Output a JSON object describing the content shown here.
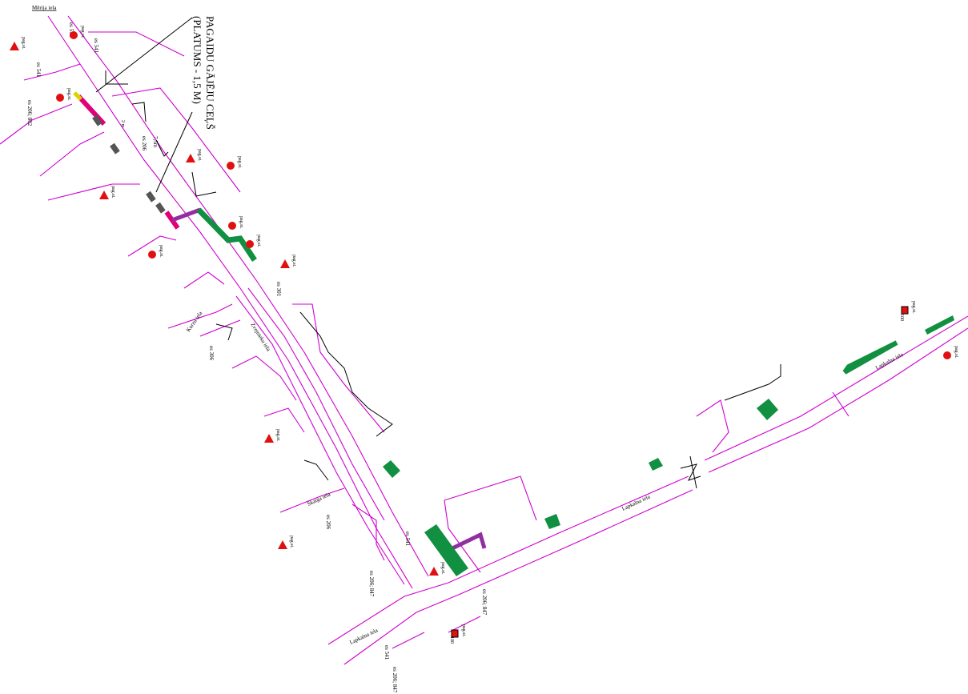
{
  "title": {
    "line1": "PAGAIDU GĀJĒJU CEĻŠ",
    "line2": "(PLATUMS - 1,5 M)"
  },
  "streets": [
    {
      "id": "merija",
      "name": "Mērija iela"
    },
    {
      "id": "kurzu",
      "name": "Kurzu iela"
    },
    {
      "id": "zvejnieku",
      "name": "Zvejnieku iela"
    },
    {
      "id": "skaiga",
      "name": "Skaiga iela"
    },
    {
      "id": "lapkalna1",
      "name": "Lapkalna iela"
    },
    {
      "id": "lapkalna2",
      "name": "Lapkalna iela"
    },
    {
      "id": "lapkalna3",
      "name": "Lapkalna iela"
    }
  ],
  "sign_codes": [
    {
      "id": "c1",
      "text": "es 512"
    },
    {
      "id": "c2",
      "text": "es 541"
    },
    {
      "id": "c3",
      "text": "es 541"
    },
    {
      "id": "c4",
      "text": "es 206; 802"
    },
    {
      "id": "c5",
      "text": "es 206"
    },
    {
      "id": "c6",
      "text": "es 306"
    },
    {
      "id": "c7",
      "text": "es 301"
    },
    {
      "id": "c8",
      "text": "es 206"
    },
    {
      "id": "c9",
      "text": "es 541"
    },
    {
      "id": "c10",
      "text": "es 206; 847"
    },
    {
      "id": "c11",
      "text": "es 206; 847"
    },
    {
      "id": "c12",
      "text": "es 541"
    },
    {
      "id": "c13",
      "text": "es 206; 847"
    },
    {
      "id": "c14",
      "text": "7,5m"
    }
  ],
  "callouts": [
    {
      "id": "p1",
      "text": "pag.st."
    },
    {
      "id": "p2",
      "text": "pag.st."
    },
    {
      "id": "p3",
      "text": "pag.st."
    },
    {
      "id": "p4",
      "text": "pag.st."
    },
    {
      "id": "p5",
      "text": "pag.st."
    },
    {
      "id": "p6",
      "text": "pag.st."
    },
    {
      "id": "p7",
      "text": "pag.st."
    },
    {
      "id": "p8",
      "text": "pag.st."
    },
    {
      "id": "p9",
      "text": "pag.st."
    },
    {
      "id": "p10",
      "text": "pag.st."
    },
    {
      "id": "p11",
      "text": "pag.st."
    },
    {
      "id": "p12",
      "text": "pag.st."
    },
    {
      "id": "p13",
      "text": "pag.st."
    },
    {
      "id": "p14",
      "text": "pag.st."
    },
    {
      "id": "p15",
      "text": "pag.st."
    },
    {
      "id": "p16",
      "text": "pag.st."
    }
  ],
  "small_labels": [
    {
      "id": "s1",
      "text": "2 m"
    },
    {
      "id": "s2",
      "text": "100"
    },
    {
      "id": "s3",
      "text": "100"
    }
  ],
  "colors": {
    "road": "#d000d0",
    "fence": "#e0007a",
    "green_area": "#109040",
    "purple_path": "#9030a0",
    "sign_red": "#e01010",
    "linework": "#000000"
  },
  "icons": [
    "triangle-warning-sign-icon",
    "no-entry-sign-icon",
    "parking-sign-icon",
    "direction-arrow-icon"
  ]
}
